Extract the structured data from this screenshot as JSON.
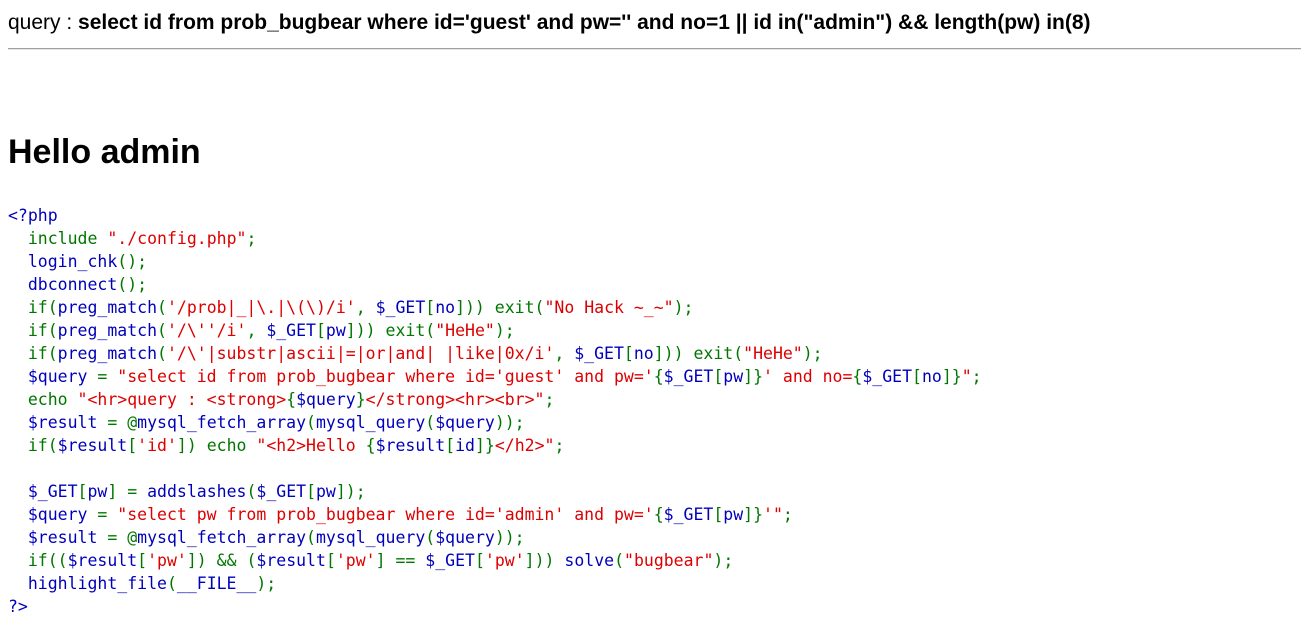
{
  "header": {
    "query_label": "query : ",
    "query_text": "select id from prob_bugbear where id='guest' and pw='' and no=1 || id in(\"admin\") && length(pw) in(8)"
  },
  "greeting": "Hello admin",
  "source": {
    "colors": {
      "default": "#0000BB",
      "keyword": "#007700",
      "string": "#DD0000"
    },
    "lines": [
      [
        {
          "t": "d",
          "v": "<?php"
        }
      ],
      [
        {
          "t": "d",
          "v": "  "
        },
        {
          "t": "k",
          "v": "include "
        },
        {
          "t": "s",
          "v": "\"./config.php\""
        },
        {
          "t": "k",
          "v": ";"
        }
      ],
      [
        {
          "t": "d",
          "v": "  login_chk"
        },
        {
          "t": "k",
          "v": "();"
        }
      ],
      [
        {
          "t": "d",
          "v": "  dbconnect"
        },
        {
          "t": "k",
          "v": "();"
        }
      ],
      [
        {
          "t": "k",
          "v": "  if("
        },
        {
          "t": "d",
          "v": "preg_match"
        },
        {
          "t": "k",
          "v": "("
        },
        {
          "t": "s",
          "v": "'/prob|_|\\.|\\(\\)/i'"
        },
        {
          "t": "k",
          "v": ", "
        },
        {
          "t": "d",
          "v": "$_GET"
        },
        {
          "t": "k",
          "v": "["
        },
        {
          "t": "d",
          "v": "no"
        },
        {
          "t": "k",
          "v": "])) exit("
        },
        {
          "t": "s",
          "v": "\"No Hack ~_~\""
        },
        {
          "t": "k",
          "v": ");"
        }
      ],
      [
        {
          "t": "k",
          "v": "  if("
        },
        {
          "t": "d",
          "v": "preg_match"
        },
        {
          "t": "k",
          "v": "("
        },
        {
          "t": "s",
          "v": "'/\\''/i'"
        },
        {
          "t": "k",
          "v": ", "
        },
        {
          "t": "d",
          "v": "$_GET"
        },
        {
          "t": "k",
          "v": "["
        },
        {
          "t": "d",
          "v": "pw"
        },
        {
          "t": "k",
          "v": "])) exit("
        },
        {
          "t": "s",
          "v": "\"HeHe\""
        },
        {
          "t": "k",
          "v": ");"
        }
      ],
      [
        {
          "t": "k",
          "v": "  if("
        },
        {
          "t": "d",
          "v": "preg_match"
        },
        {
          "t": "k",
          "v": "("
        },
        {
          "t": "s",
          "v": "'/\\'|substr|ascii|=|or|and| |like|0x/i'"
        },
        {
          "t": "k",
          "v": ", "
        },
        {
          "t": "d",
          "v": "$_GET"
        },
        {
          "t": "k",
          "v": "["
        },
        {
          "t": "d",
          "v": "no"
        },
        {
          "t": "k",
          "v": "])) exit("
        },
        {
          "t": "s",
          "v": "\"HeHe\""
        },
        {
          "t": "k",
          "v": ");"
        }
      ],
      [
        {
          "t": "d",
          "v": "  $query "
        },
        {
          "t": "k",
          "v": "= "
        },
        {
          "t": "s",
          "v": "\"select id from prob_bugbear where id='guest' and pw='"
        },
        {
          "t": "k",
          "v": "{"
        },
        {
          "t": "d",
          "v": "$_GET"
        },
        {
          "t": "k",
          "v": "["
        },
        {
          "t": "d",
          "v": "pw"
        },
        {
          "t": "k",
          "v": "]}"
        },
        {
          "t": "s",
          "v": "' and no="
        },
        {
          "t": "k",
          "v": "{"
        },
        {
          "t": "d",
          "v": "$_GET"
        },
        {
          "t": "k",
          "v": "["
        },
        {
          "t": "d",
          "v": "no"
        },
        {
          "t": "k",
          "v": "]}"
        },
        {
          "t": "s",
          "v": "\""
        },
        {
          "t": "k",
          "v": ";"
        }
      ],
      [
        {
          "t": "k",
          "v": "  echo "
        },
        {
          "t": "s",
          "v": "\"<hr>query : <strong>"
        },
        {
          "t": "k",
          "v": "{"
        },
        {
          "t": "d",
          "v": "$query"
        },
        {
          "t": "k",
          "v": "}"
        },
        {
          "t": "s",
          "v": "</strong><hr><br>\""
        },
        {
          "t": "k",
          "v": ";"
        }
      ],
      [
        {
          "t": "d",
          "v": "  $result "
        },
        {
          "t": "k",
          "v": "= @"
        },
        {
          "t": "d",
          "v": "mysql_fetch_array"
        },
        {
          "t": "k",
          "v": "("
        },
        {
          "t": "d",
          "v": "mysql_query"
        },
        {
          "t": "k",
          "v": "("
        },
        {
          "t": "d",
          "v": "$query"
        },
        {
          "t": "k",
          "v": "));"
        }
      ],
      [
        {
          "t": "k",
          "v": "  if("
        },
        {
          "t": "d",
          "v": "$result"
        },
        {
          "t": "k",
          "v": "["
        },
        {
          "t": "s",
          "v": "'id'"
        },
        {
          "t": "k",
          "v": "]) echo "
        },
        {
          "t": "s",
          "v": "\"<h2>Hello "
        },
        {
          "t": "k",
          "v": "{"
        },
        {
          "t": "d",
          "v": "$result"
        },
        {
          "t": "k",
          "v": "["
        },
        {
          "t": "d",
          "v": "id"
        },
        {
          "t": "k",
          "v": "]}"
        },
        {
          "t": "s",
          "v": "</h2>\""
        },
        {
          "t": "k",
          "v": ";"
        }
      ],
      [
        {
          "t": "d",
          "v": " "
        }
      ],
      [
        {
          "t": "d",
          "v": "  $_GET"
        },
        {
          "t": "k",
          "v": "["
        },
        {
          "t": "d",
          "v": "pw"
        },
        {
          "t": "k",
          "v": "] = "
        },
        {
          "t": "d",
          "v": "addslashes"
        },
        {
          "t": "k",
          "v": "("
        },
        {
          "t": "d",
          "v": "$_GET"
        },
        {
          "t": "k",
          "v": "["
        },
        {
          "t": "d",
          "v": "pw"
        },
        {
          "t": "k",
          "v": "]);"
        }
      ],
      [
        {
          "t": "d",
          "v": "  $query "
        },
        {
          "t": "k",
          "v": "= "
        },
        {
          "t": "s",
          "v": "\"select pw from prob_bugbear where id='admin' and pw='"
        },
        {
          "t": "k",
          "v": "{"
        },
        {
          "t": "d",
          "v": "$_GET"
        },
        {
          "t": "k",
          "v": "["
        },
        {
          "t": "d",
          "v": "pw"
        },
        {
          "t": "k",
          "v": "]}"
        },
        {
          "t": "s",
          "v": "'\""
        },
        {
          "t": "k",
          "v": ";"
        }
      ],
      [
        {
          "t": "d",
          "v": "  $result "
        },
        {
          "t": "k",
          "v": "= @"
        },
        {
          "t": "d",
          "v": "mysql_fetch_array"
        },
        {
          "t": "k",
          "v": "("
        },
        {
          "t": "d",
          "v": "mysql_query"
        },
        {
          "t": "k",
          "v": "("
        },
        {
          "t": "d",
          "v": "$query"
        },
        {
          "t": "k",
          "v": "));"
        }
      ],
      [
        {
          "t": "k",
          "v": "  if(("
        },
        {
          "t": "d",
          "v": "$result"
        },
        {
          "t": "k",
          "v": "["
        },
        {
          "t": "s",
          "v": "'pw'"
        },
        {
          "t": "k",
          "v": "]) && ("
        },
        {
          "t": "d",
          "v": "$result"
        },
        {
          "t": "k",
          "v": "["
        },
        {
          "t": "s",
          "v": "'pw'"
        },
        {
          "t": "k",
          "v": "] == "
        },
        {
          "t": "d",
          "v": "$_GET"
        },
        {
          "t": "k",
          "v": "["
        },
        {
          "t": "s",
          "v": "'pw'"
        },
        {
          "t": "k",
          "v": "])) "
        },
        {
          "t": "d",
          "v": "solve"
        },
        {
          "t": "k",
          "v": "("
        },
        {
          "t": "s",
          "v": "\"bugbear\""
        },
        {
          "t": "k",
          "v": ");"
        }
      ],
      [
        {
          "t": "d",
          "v": "  highlight_file"
        },
        {
          "t": "k",
          "v": "("
        },
        {
          "t": "d",
          "v": "__FILE__"
        },
        {
          "t": "k",
          "v": ");"
        }
      ],
      [
        {
          "t": "d",
          "v": "?>"
        }
      ]
    ]
  }
}
